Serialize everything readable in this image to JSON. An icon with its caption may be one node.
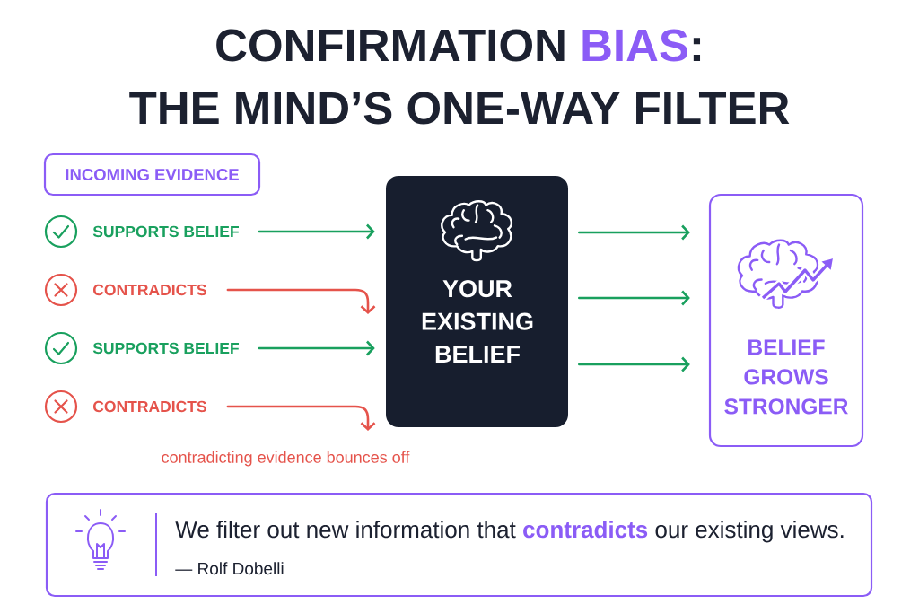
{
  "diagram": {
    "title": "CONFIRMATION **BIAS**: THE MIND’S ONE-WAY FILTER",
    "nodes": [
      {
        "text": [
          "INCOMING EVIDENCE"
        ]
      },
      {
        "text": [
          "SUPPORTS BELIEF"
        ]
      },
      {
        "text": [
          "CONTRADICTS"
        ]
      },
      {
        "text": [
          "SUPPORTS BELIEF"
        ]
      },
      {
        "text": [
          "CONTRADICTS"
        ]
      },
      {
        "text": [
          "YOUR EXISTING BELIEF"
        ]
      },
      {
        "text": [
          "BELIEF GROWS STRONGER"
        ]
      },
      {
        "text": [
          "We filter out new information that **contradicts** our existing views.",
          "— Rolf Dobelli"
        ]
      }
    ],
    "edges": [
      {
        "from": 1,
        "to": 5,
        "arrow": "to"
      },
      {
        "from": 2,
        "to": null,
        "arrow": "to",
        "color": "#e5534b"
      },
      {
        "from": 3,
        "to": 5,
        "arrow": "to"
      },
      {
        "from": 4,
        "to": null,
        "arrow": "to",
        "color": "#e5534b"
      },
      {
        "from": 5,
        "to": 6,
        "arrow": "to"
      },
      {
        "from": 5,
        "to": 6,
        "arrow": "to"
      },
      {
        "from": 5,
        "to": 6,
        "arrow": "to"
      }
    ],
    "labels": [
      "contradicting evidence bounces off"
    ]
  }
}
